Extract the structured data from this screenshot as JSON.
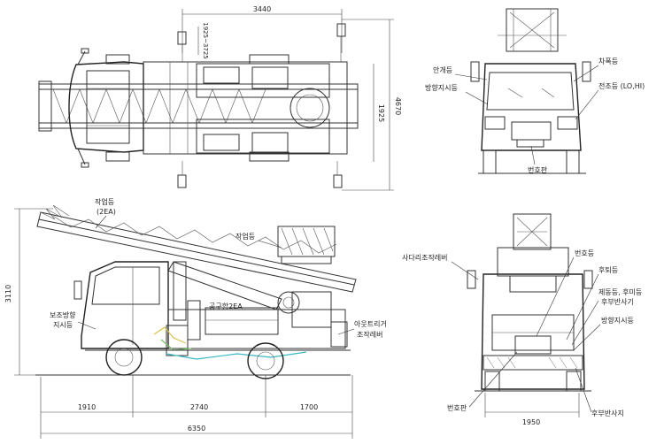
{
  "dimensions": {
    "top_width": "3440",
    "top_outrigger_span": "1925~3725",
    "top_inner_height": "1925",
    "top_total_height": "4670",
    "side_height": "3110",
    "side_seg1": "1910",
    "side_seg2": "2740",
    "side_seg3": "1700",
    "side_total": "6350",
    "rear_width": "1950"
  },
  "labels": {
    "front_fog": "안개등",
    "front_turn": "방향지시등",
    "front_vehicle_light": "차폭등",
    "front_headlight": "전조등 (LO,HI)",
    "front_plate": "번호판",
    "side_work_light_1": "작업등",
    "side_work_light_1_sub": "(2EA)",
    "side_work_light_2": "작업등",
    "side_aux_turn_1": "보조방향",
    "side_aux_turn_2": "지시등",
    "side_toolbox": "공구함2EA",
    "side_outrigger_1": "아웃트리거",
    "side_outrigger_2": "조작레버",
    "rear_ladder_lever": "사다리조작레버",
    "rear_plate_light": "번호등",
    "rear_reverse": "후퇴등",
    "rear_brake_1": "제동등, 후미등",
    "rear_brake_2": "후부반사기",
    "rear_turn": "방향지시등",
    "rear_plate": "번호판",
    "rear_reflector": "후부반사지"
  },
  "colors": {
    "line": "#333333",
    "hydraulic_cyan": "#3bb8c4",
    "hydraulic_yellow": "#d9c24a",
    "hydraulic_green": "#7cbf6a"
  }
}
